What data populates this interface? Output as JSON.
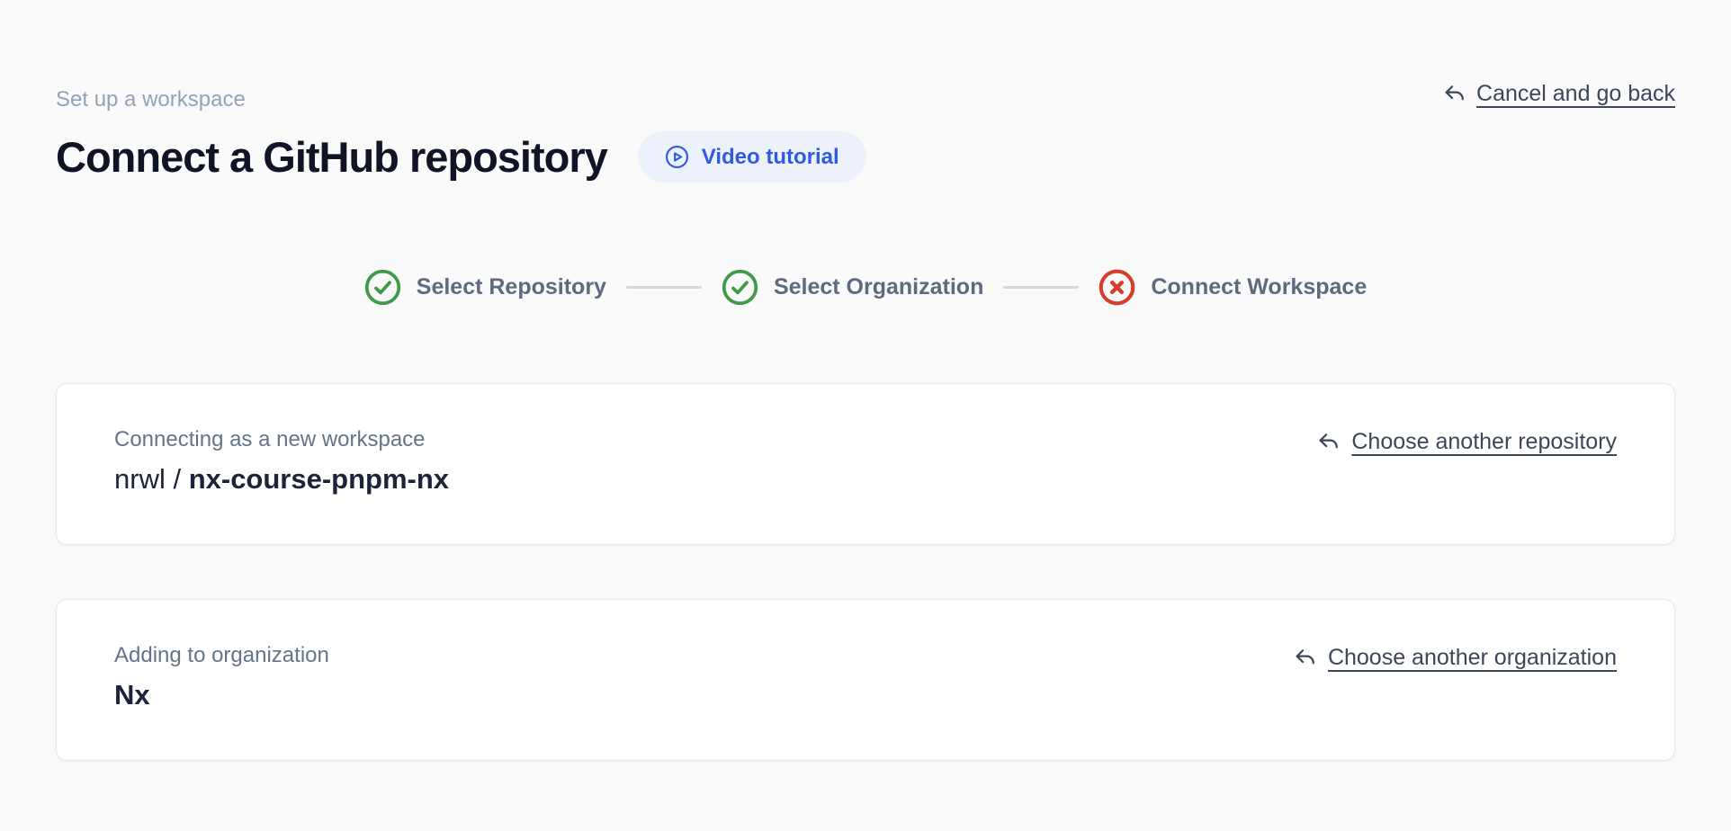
{
  "header": {
    "eyebrow": "Set up a workspace",
    "title": "Connect a GitHub repository",
    "video_tutorial_label": "Video tutorial",
    "cancel_label": "Cancel and go back"
  },
  "stepper": {
    "steps": [
      {
        "label": "Select Repository",
        "status": "complete"
      },
      {
        "label": "Select Organization",
        "status": "complete"
      },
      {
        "label": "Connect Workspace",
        "status": "error"
      }
    ]
  },
  "repository_card": {
    "label": "Connecting as a new workspace",
    "owner": "nrwl /",
    "repo": "nx-course-pnpm-nx",
    "action_label": "Choose another repository"
  },
  "organization_card": {
    "label": "Adding to organization",
    "name": "Nx",
    "action_label": "Choose another organization"
  },
  "colors": {
    "accent_blue": "#2e5be0",
    "pill_background": "#edf1fb",
    "success_green": "#3f9a49",
    "error_red": "#d63e2c",
    "link_text": "#3b4759",
    "muted_text": "#64748b"
  }
}
